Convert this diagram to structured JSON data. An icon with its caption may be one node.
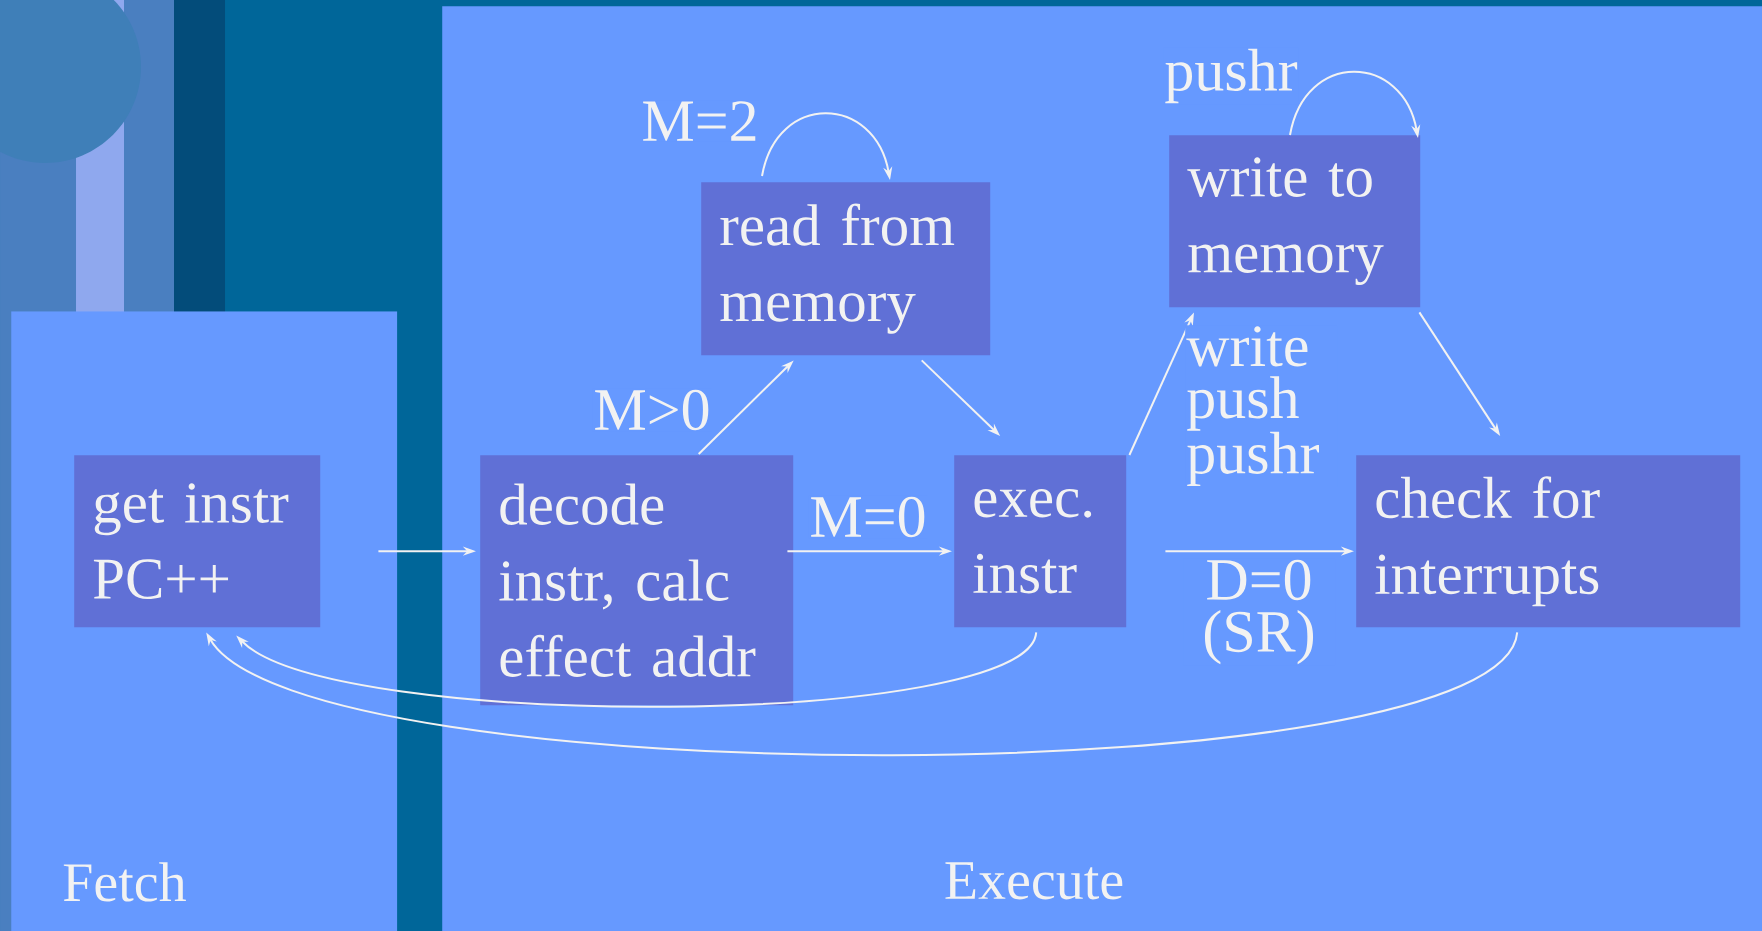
{
  "diagram": {
    "nodes": [
      {
        "text": [
          "Fetch"
        ]
      },
      {
        "text": [
          "Execute"
        ]
      },
      {
        "text": [
          "get instr PC++"
        ],
        "in": 0
      },
      {
        "text": [
          "decode instr, calc effect addr"
        ],
        "in": 1
      },
      {
        "text": [
          "read from memory"
        ],
        "in": 1
      },
      {
        "text": [
          "exec. instr"
        ],
        "in": 1
      },
      {
        "text": [
          "write to memory"
        ],
        "in": 1
      },
      {
        "text": [
          "check for interrupts"
        ],
        "in": 1
      }
    ],
    "edges": [
      {
        "from": 2,
        "to": 3,
        "arrow": "to"
      },
      {
        "from": 3,
        "to": 4,
        "arrow": "to",
        "label": "M>0"
      },
      {
        "from": 4,
        "to": 4,
        "arrow": "to",
        "label": "M=2"
      },
      {
        "from": 4,
        "to": 5,
        "arrow": "to"
      },
      {
        "from": 3,
        "to": 5,
        "arrow": "to",
        "label": "M=0"
      },
      {
        "from": 5,
        "to": 6,
        "arrow": "to",
        "label": "write push pushr"
      },
      {
        "from": 6,
        "to": 6,
        "arrow": "to",
        "label": "pushr"
      },
      {
        "from": 6,
        "to": 7,
        "arrow": "to"
      },
      {
        "from": 5,
        "to": 7,
        "arrow": "to",
        "label": "D=0 (SR)"
      },
      {
        "from": 5,
        "to": 2,
        "arrow": "to"
      },
      {
        "from": 7,
        "to": 2,
        "arrow": "to"
      }
    ]
  }
}
